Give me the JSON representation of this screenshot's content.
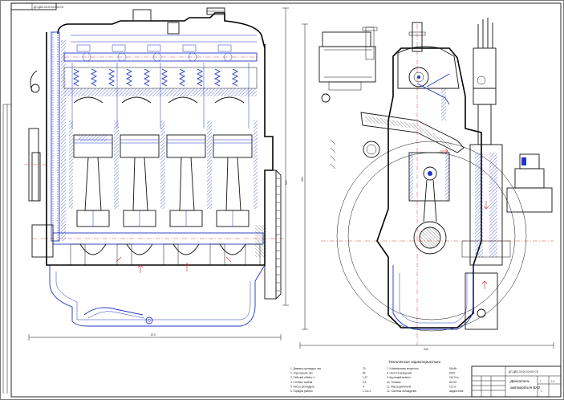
{
  "drawing": {
    "front_view_width_dim": "870",
    "front_view_height_dim": "690",
    "side_view_width_dim": "645",
    "side_view_height_dim": "685",
    "left_margin_stamp": "ДП-ДВС-00.00.00.000 СБ"
  },
  "spec_block": {
    "heading": "Технические характеристики",
    "rows_left": [
      {
        "label": "1. Диаметр цилиндра, мм",
        "value": "79"
      },
      {
        "label": "2. Ход поршня, мм",
        "value": "80"
      },
      {
        "label": "3. Рабочий объём, л",
        "value": "1,57"
      },
      {
        "label": "4. Степень сжатия",
        "value": "9,5"
      },
      {
        "label": "5. Число цилиндров",
        "value": "4"
      },
      {
        "label": "6. Порядок работы",
        "value": "1-3-4-2"
      }
    ],
    "rows_right": [
      {
        "label": "7. Номинальная мощность",
        "value": "58 кВт"
      },
      {
        "label": "8. Частота вращения",
        "value": "5400"
      },
      {
        "label": "9. Крутящий момент",
        "value": "116 Н·м"
      },
      {
        "label": "10. Топливо",
        "value": "АИ-92"
      },
      {
        "label": "11. Масса двигателя",
        "value": "121 кг"
      },
      {
        "label": "12. Система охлаждения",
        "value": "жидкостная"
      }
    ]
  },
  "title_block": {
    "doc_code": "ДП-ДВС-00.00.00.000 СБ",
    "name_line1": "Двигатель",
    "name_line2": "автомобиля ВАЗ",
    "sheet": "1",
    "scale": "1:1",
    "sheets_total": "1"
  }
}
